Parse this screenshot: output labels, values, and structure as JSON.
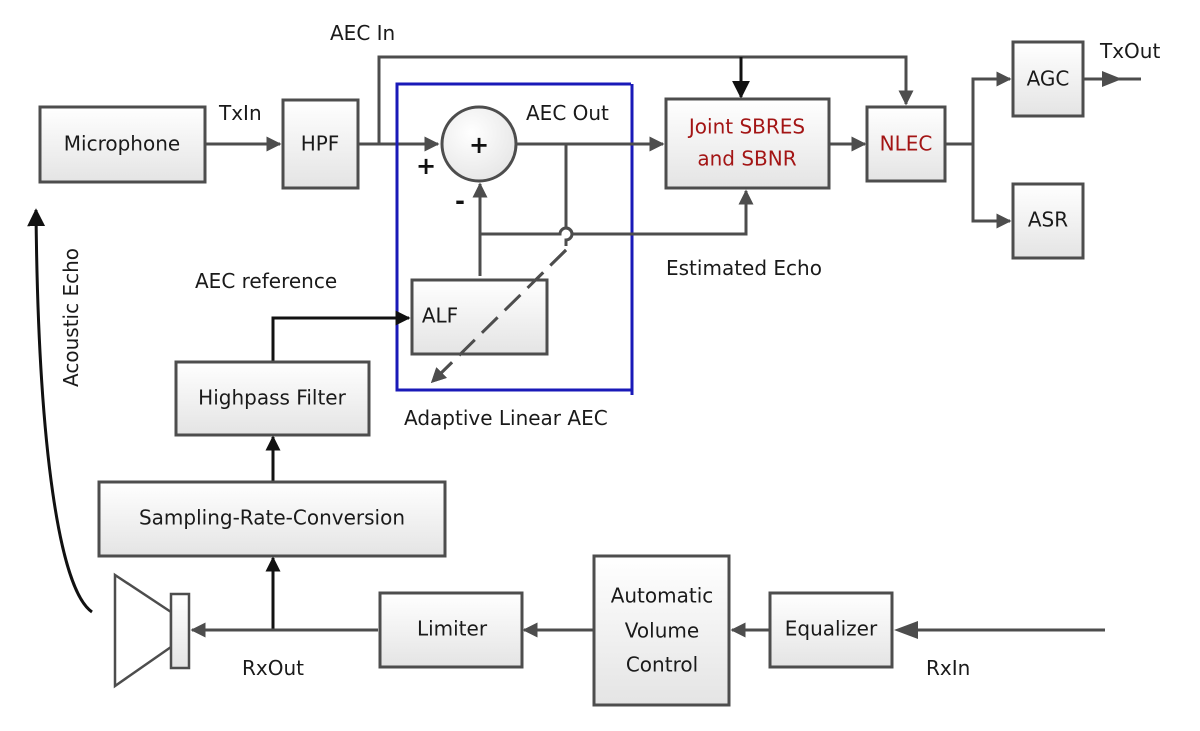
{
  "diagram": {
    "type": "block-diagram",
    "subject": "Acoustic echo cancellation signal chain",
    "colors": {
      "block_stroke": "#4d4d4d",
      "block_fill_top": "#ffffff",
      "block_fill_bottom": "#e6e6e6",
      "highlight_text": "#a31515",
      "aec_boundary": "#1a1ab8",
      "wire": "#4d4d4d"
    },
    "blocks": {
      "microphone": "Microphone",
      "hpf": "HPF",
      "joint_line1": "Joint SBRES",
      "joint_line2": "and SBNR",
      "nlec": "NLEC",
      "agc": "AGC",
      "asr": "ASR",
      "alf": "ALF",
      "highpass": "Highpass Filter",
      "src": "Sampling-Rate-Conversion",
      "limiter": "Limiter",
      "avc_line1": "Automatic",
      "avc_line2": "Volume",
      "avc_line3": "Control",
      "equalizer": "Equalizer",
      "summer_sign": "+"
    },
    "labels": {
      "txin": "TxIn",
      "aec_in": "AEC In",
      "aec_out": "AEC Out",
      "txout": "TxOut",
      "plus_input": "+",
      "minus_input": "-",
      "estimated_echo": "Estimated Echo",
      "aec_reference": "AEC reference",
      "adaptive_linear_aec": "Adaptive Linear AEC",
      "acoustic_echo": "Acoustic Echo",
      "rxout": "RxOut",
      "rxin": "RxIn"
    },
    "highlighted_blocks": [
      "Joint SBRES and SBNR",
      "NLEC"
    ],
    "connections": [
      {
        "from": "Microphone",
        "to": "HPF",
        "label": "TxIn"
      },
      {
        "from": "HPF",
        "to": "Summer",
        "sign": "+"
      },
      {
        "from": "HPF",
        "to": "Joint SBRES and SBNR",
        "label": "AEC In"
      },
      {
        "from": "HPF",
        "to": "NLEC",
        "label": "AEC In"
      },
      {
        "from": "Summer",
        "to": "Joint SBRES and SBNR",
        "label": "AEC Out"
      },
      {
        "from": "ALF",
        "to": "Summer",
        "sign": "-"
      },
      {
        "from": "ALF",
        "to": "Joint SBRES and SBNR",
        "label": "Estimated Echo"
      },
      {
        "from": "Joint SBRES and SBNR",
        "to": "NLEC"
      },
      {
        "from": "NLEC",
        "to": "AGC"
      },
      {
        "from": "NLEC",
        "to": "ASR"
      },
      {
        "from": "AGC",
        "to": "output",
        "label": "TxOut"
      },
      {
        "from": "input",
        "to": "Equalizer",
        "label": "RxIn"
      },
      {
        "from": "Equalizer",
        "to": "Automatic Volume Control"
      },
      {
        "from": "Automatic Volume Control",
        "to": "Limiter"
      },
      {
        "from": "Limiter",
        "to": "Loudspeaker",
        "label": "RxOut"
      },
      {
        "from": "Limiter",
        "to": "Sampling-Rate-Conversion"
      },
      {
        "from": "Sampling-Rate-Conversion",
        "to": "Highpass Filter"
      },
      {
        "from": "Highpass Filter",
        "to": "ALF",
        "label": "AEC reference"
      },
      {
        "from": "Loudspeaker",
        "to": "Microphone",
        "label": "Acoustic Echo"
      }
    ]
  }
}
